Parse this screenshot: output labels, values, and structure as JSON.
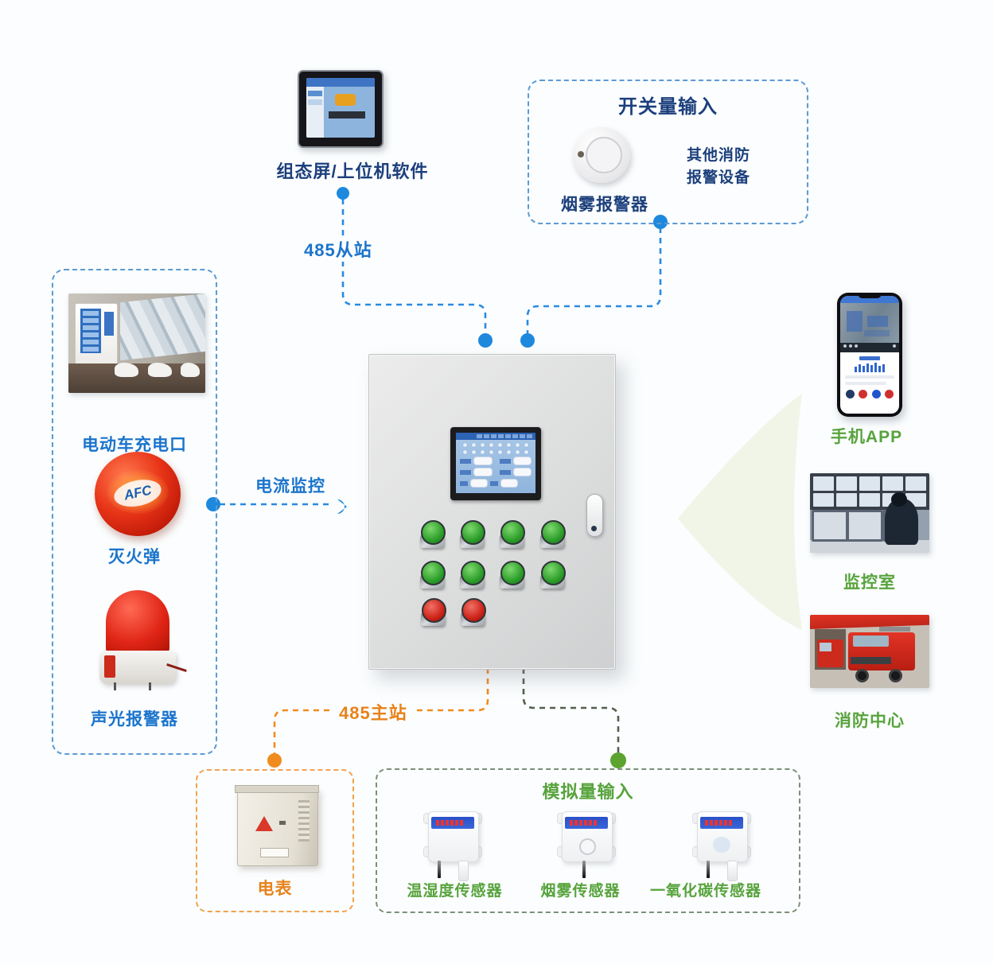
{
  "colors": {
    "background": "#fbfdfe",
    "line_blue": "#2a8ae0",
    "dot_blue": "#1e88dd",
    "line_orange": "#f08c1e",
    "dot_green": "#5ca330",
    "line_dark_green": "#555f4e",
    "box_blue_border": "#5b9bd5",
    "box_orange_border": "#f2a24c",
    "box_green_border": "#7d8f78",
    "label_navy": "#1c3f7c",
    "label_blue": "#1b74cc",
    "label_green": "#57a33c",
    "label_orange": "#e8821a"
  },
  "hmi": {
    "label": "组态屏/上位机软件"
  },
  "connections": {
    "slave485": "485从站",
    "master485": "485主站",
    "current_monitoring": "电流监控"
  },
  "switch_input": {
    "title": "开关量输入",
    "smoke_detector": "烟雾报警器",
    "other_devices_line1": "其他消防",
    "other_devices_line2": "报警设备"
  },
  "monitored_devices": {
    "charging_port": "电动车充电口",
    "fire_ball": "灭火弹",
    "fire_ball_badge": "AFC",
    "sound_light_alarm": "声光报警器"
  },
  "outputs": {
    "phone_app": "手机APP",
    "monitoring_room": "监控室",
    "fire_center": "消防中心"
  },
  "meter": {
    "label": "电表"
  },
  "analog_input": {
    "title": "模拟量输入",
    "sensors": [
      {
        "label": "温湿度传感器"
      },
      {
        "label": "烟雾传感器"
      },
      {
        "label": "一氧化碳传感器"
      }
    ]
  }
}
